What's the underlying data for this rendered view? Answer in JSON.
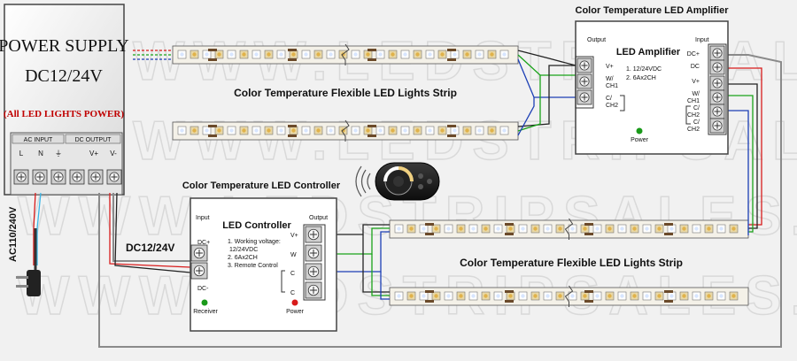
{
  "watermark": "WWW.LEDSTRIPSALES.COM",
  "colors": {
    "wire_black": "#222222",
    "wire_red": "#d81b1b",
    "wire_green": "#1aa31a",
    "wire_blue": "#1c3fb5",
    "wire_gray": "#8a8a8a",
    "pcb": "#f4f1e8",
    "led_warm": "#e9d8a6",
    "led_cool": "#ffffff",
    "led_dark": "#6b4a2a",
    "power_text_red": "#c00000"
  },
  "power_supply": {
    "title": "POWER SUPPLY",
    "voltage": "DC12/24V",
    "note": "(All LED LIGHTS POWER)",
    "ac_input_label": "AC INPUT",
    "dc_output_label": "DC OUTPUT",
    "terminals": [
      "L",
      "N",
      "⏚",
      "V+",
      "V-"
    ]
  },
  "mains_label": "AC110/240V",
  "dc_label": "DC12/24V",
  "strips": {
    "top_label": "Color Temperature Flexible LED Lights Strip",
    "bottom_label": "Color Temperature Flexible LED Lights Strip"
  },
  "controller": {
    "header": "Color Temperature LED Controller",
    "title": "LED Controller",
    "input_label": "Input",
    "output_label": "Output",
    "dc_plus": "DC+",
    "dc_minus": "DC-",
    "specs": [
      "1. Working voltage:",
      "12/24VDC",
      "2. 6Ax2CH",
      "3. Remote Control"
    ],
    "out_terms": [
      "V+",
      "W",
      "C",
      "C"
    ],
    "receiver_label": "Receiver",
    "power_label": "Power"
  },
  "amplifier": {
    "header": "Color Temperature LED Amplifier",
    "title": "LED Amplifier",
    "input_label": "Input",
    "output_label": "Output",
    "specs": [
      "1. 12/24VDC",
      "2. 6Ax2CH"
    ],
    "out_terms": [
      "V+",
      "W/",
      "CH1",
      "C/",
      "CH2"
    ],
    "in_terms": [
      "DC+",
      "DC",
      "V+",
      "W/",
      "CH1",
      "C/",
      "CH2",
      "C/",
      "CH2"
    ],
    "power_label": "Power"
  },
  "remote": {
    "icon": "wireless-remote-icon"
  }
}
